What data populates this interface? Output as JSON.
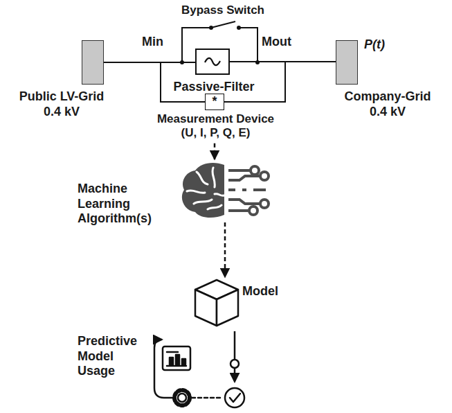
{
  "diagram": {
    "nodes": [
      {
        "text": [
          "Public LV-Grid 0.4 kV"
        ]
      },
      {
        "text": [
          "Passive-Filter"
        ]
      },
      {
        "text": [
          "Company-Grid 0.4 kV"
        ]
      },
      {
        "text": [
          "*",
          "Measurement Device (U, I, P, Q, E)"
        ]
      },
      {
        "text": [
          "Machine Learning Algorithm(s)"
        ]
      },
      {
        "text": [
          "Model"
        ]
      },
      {
        "text": [
          "Predictive Model Usage"
        ]
      }
    ],
    "edges": [
      {
        "from": 0,
        "to": 1,
        "arrow": "none"
      },
      {
        "from": 1,
        "to": 2,
        "arrow": "none"
      },
      {
        "from": 3,
        "to": 4,
        "arrow": "to"
      },
      {
        "from": 4,
        "to": 5,
        "arrow": "to"
      }
    ],
    "labels": [
      "Bypass Switch",
      "Min",
      "Mout",
      "P(t)"
    ]
  }
}
